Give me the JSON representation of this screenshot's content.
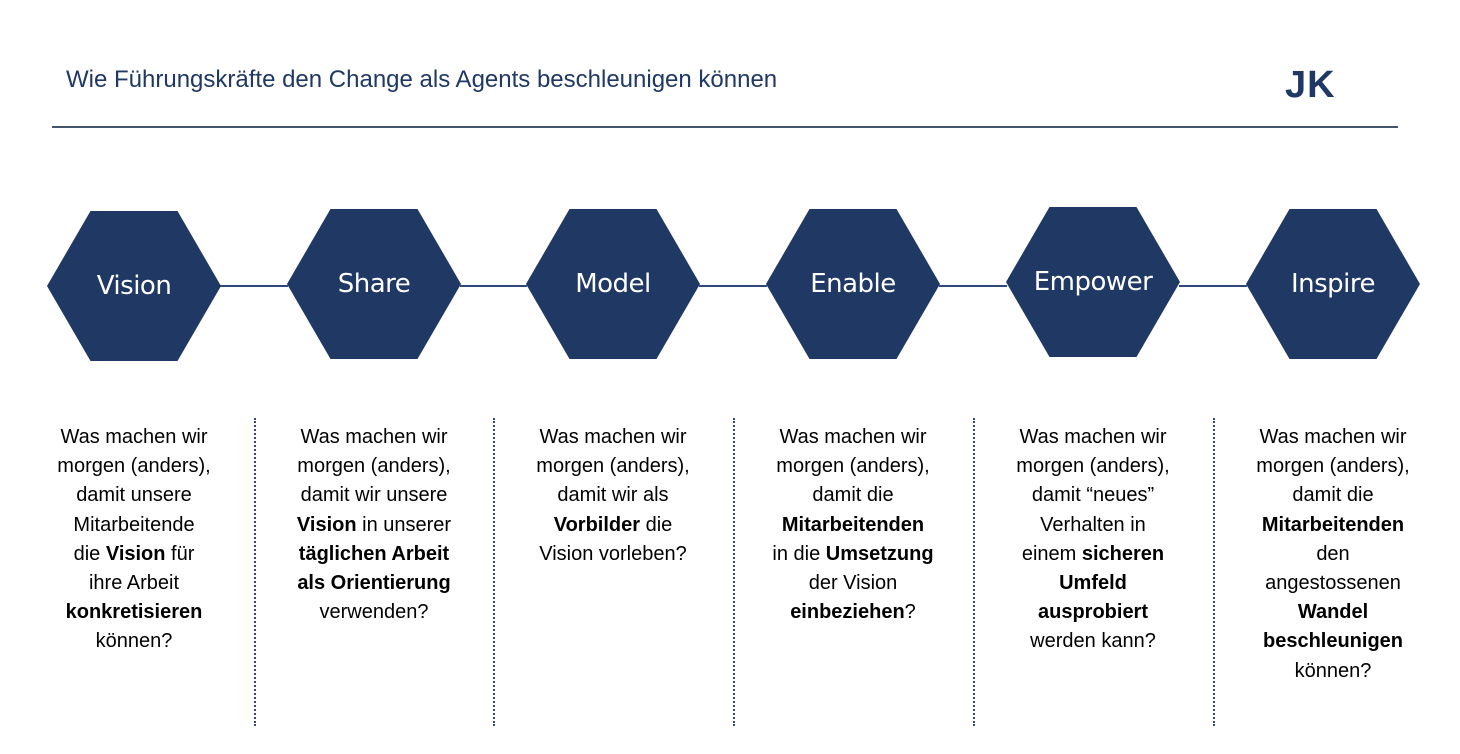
{
  "header": {
    "title": "Wie Führungskräfte den Change als Agents beschleunigen können",
    "logo": "JK"
  },
  "colors": {
    "hex_fill": "#203864",
    "title": "#1f3864"
  },
  "steps": [
    {
      "label": "Vision",
      "lines": [
        [
          {
            "t": "Was machen wir",
            "b": false
          }
        ],
        [
          {
            "t": "morgen (anders),",
            "b": false
          }
        ],
        [
          {
            "t": "damit unsere",
            "b": false
          }
        ],
        [
          {
            "t": "Mitarbeitende",
            "b": false
          }
        ],
        [
          {
            "t": "die ",
            "b": false
          },
          {
            "t": "Vision",
            "b": true
          },
          {
            "t": " für",
            "b": false
          }
        ],
        [
          {
            "t": "ihre Arbeit",
            "b": false
          }
        ],
        [
          {
            "t": "konkretisieren",
            "b": true
          }
        ],
        [
          {
            "t": "können?",
            "b": false
          }
        ]
      ]
    },
    {
      "label": "Share",
      "lines": [
        [
          {
            "t": "Was machen wir",
            "b": false
          }
        ],
        [
          {
            "t": "morgen (anders),",
            "b": false
          }
        ],
        [
          {
            "t": "damit wir unsere",
            "b": false
          }
        ],
        [
          {
            "t": "Vision",
            "b": true
          },
          {
            "t": " in unserer",
            "b": false
          }
        ],
        [
          {
            "t": "täglichen Arbeit",
            "b": true
          }
        ],
        [
          {
            "t": "als Orientierung",
            "b": true
          }
        ],
        [
          {
            "t": "verwenden?",
            "b": false
          }
        ]
      ]
    },
    {
      "label": "Model",
      "lines": [
        [
          {
            "t": "Was machen wir",
            "b": false
          }
        ],
        [
          {
            "t": "morgen (anders),",
            "b": false
          }
        ],
        [
          {
            "t": "damit wir als",
            "b": false
          }
        ],
        [
          {
            "t": "Vorbilder",
            "b": true
          },
          {
            "t": " die",
            "b": false
          }
        ],
        [
          {
            "t": "Vision vorleben?",
            "b": false
          }
        ]
      ]
    },
    {
      "label": "Enable",
      "lines": [
        [
          {
            "t": "Was machen wir",
            "b": false
          }
        ],
        [
          {
            "t": "morgen (anders),",
            "b": false
          }
        ],
        [
          {
            "t": "damit die",
            "b": false
          }
        ],
        [
          {
            "t": "Mitarbeitenden",
            "b": true
          }
        ],
        [
          {
            "t": "in die ",
            "b": false
          },
          {
            "t": "Umsetzung",
            "b": true
          }
        ],
        [
          {
            "t": "der Vision",
            "b": false
          }
        ],
        [
          {
            "t": "einbeziehen",
            "b": true
          },
          {
            "t": "?",
            "b": false
          }
        ]
      ]
    },
    {
      "label": "Empower",
      "lines": [
        [
          {
            "t": "Was machen wir",
            "b": false
          }
        ],
        [
          {
            "t": "morgen (anders),",
            "b": false
          }
        ],
        [
          {
            "t": "damit “neues”",
            "b": false
          }
        ],
        [
          {
            "t": "Verhalten in",
            "b": false
          }
        ],
        [
          {
            "t": "einem ",
            "b": false
          },
          {
            "t": "sicheren",
            "b": true
          }
        ],
        [
          {
            "t": "Umfeld",
            "b": true
          }
        ],
        [
          {
            "t": "ausprobiert",
            "b": true
          }
        ],
        [
          {
            "t": "werden kann?",
            "b": false
          }
        ]
      ]
    },
    {
      "label": "Inspire",
      "lines": [
        [
          {
            "t": "Was machen wir",
            "b": false
          }
        ],
        [
          {
            "t": "morgen (anders),",
            "b": false
          }
        ],
        [
          {
            "t": "damit die",
            "b": false
          }
        ],
        [
          {
            "t": "Mitarbeitenden",
            "b": true
          }
        ],
        [
          {
            "t": "den",
            "b": false
          }
        ],
        [
          {
            "t": "angestossenen",
            "b": false
          }
        ],
        [
          {
            "t": "Wandel",
            "b": true
          }
        ],
        [
          {
            "t": "beschleunigen",
            "b": true
          }
        ],
        [
          {
            "t": "können?",
            "b": false
          }
        ]
      ]
    }
  ]
}
